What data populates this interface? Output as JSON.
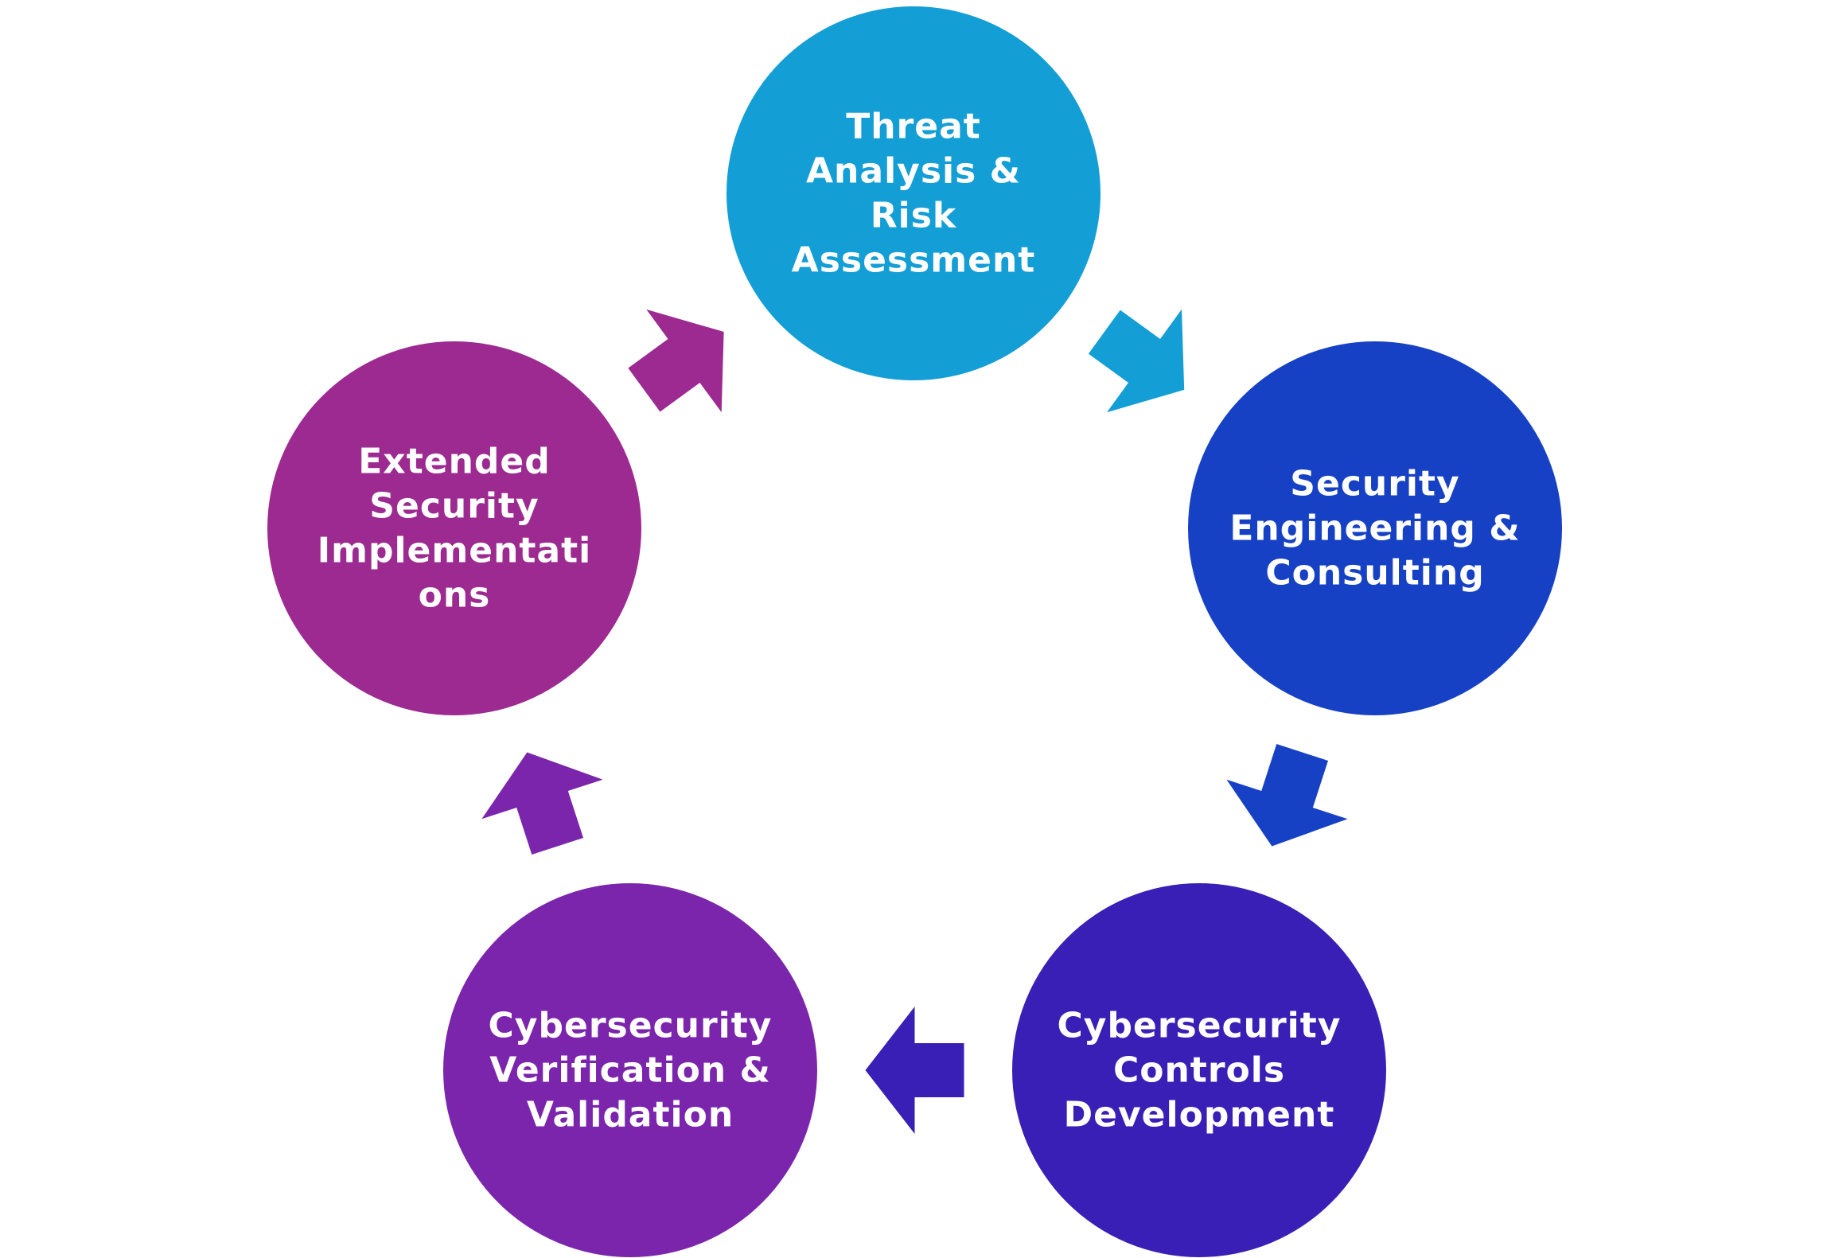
{
  "diagram": {
    "nodes": [
      {
        "id": "threat-analysis",
        "label_lines": [
          "Threat",
          "Analysis &",
          "Risk",
          "Assessment"
        ],
        "color": "#139ED6"
      },
      {
        "id": "security-engineering",
        "label_lines": [
          "Security",
          "Engineering &",
          "Consulting"
        ],
        "color": "#1741C5"
      },
      {
        "id": "controls-development",
        "label_lines": [
          "Cybersecurity",
          "Controls",
          "Development"
        ],
        "color": "#3A1FB6"
      },
      {
        "id": "verification-validation",
        "label_lines": [
          "Cybersecurity",
          "Verification &",
          "Validation"
        ],
        "color": "#7A25AC"
      },
      {
        "id": "extended-implementations",
        "label_lines": [
          "Extended",
          "Security",
          "Implementati",
          "ons"
        ],
        "color": "#9C2A90"
      }
    ],
    "arrows": [
      {
        "from": "threat-analysis",
        "to": "security-engineering",
        "color": "#139ED6"
      },
      {
        "from": "security-engineering",
        "to": "controls-development",
        "color": "#1741C5"
      },
      {
        "from": "controls-development",
        "to": "verification-validation",
        "color": "#3A1FB6"
      },
      {
        "from": "verification-validation",
        "to": "extended-implementations",
        "color": "#7A25AC"
      },
      {
        "from": "extended-implementations",
        "to": "threat-analysis",
        "color": "#9C2A90"
      }
    ]
  }
}
